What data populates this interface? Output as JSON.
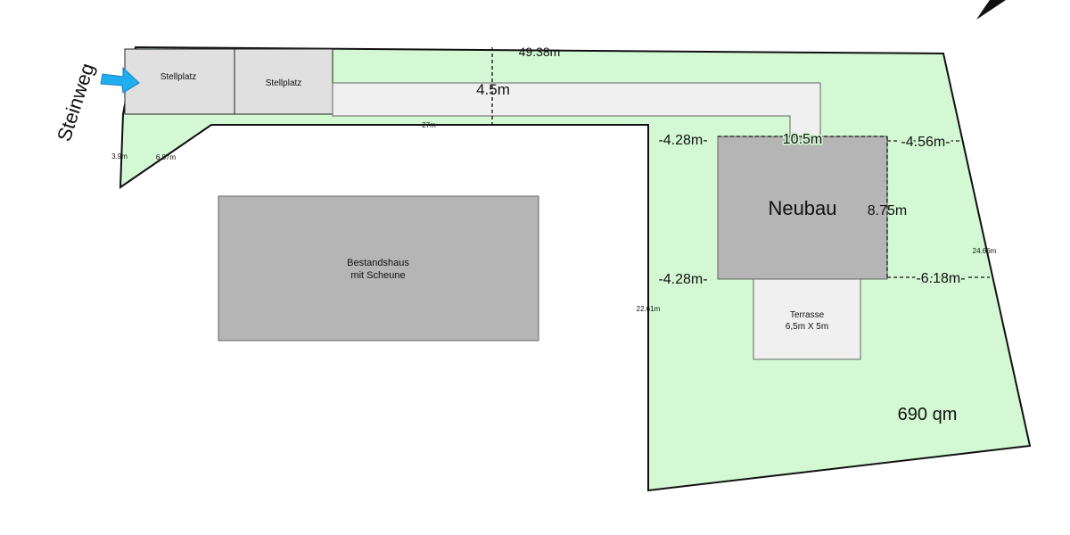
{
  "street": "Steinweg",
  "parking": [
    "Stellplatz",
    "Stellplatz"
  ],
  "existing_house": [
    "Bestandshaus",
    "mit Scheune"
  ],
  "new_building": "Neubau",
  "terrace": [
    "Terrasse",
    "6,5m X 5m"
  ],
  "area": "690 qm",
  "dimensions": {
    "top": "49.38m",
    "lane_width": "4.5m",
    "lane_bottom": "27m",
    "left_short": "3.9m",
    "left_diag": "6.87m",
    "neubau_width": "10.5m",
    "neubau_depth": "8.75m",
    "left_top_gap": "-4.28m-",
    "left_bottom_gap": "-4.28m-",
    "right_top_gap": "-4.56m-",
    "right_bottom_gap": "-6.18m-",
    "west_edge": "22.61m",
    "east_edge": "24.66m"
  },
  "colors": {
    "plot": "#d3f8d3",
    "building": "#b5b5b5",
    "parking": "#e0e0e0",
    "path": "#f0f0f0",
    "arrow": "#21aef0"
  },
  "icons": {
    "entrance": "entrance-arrow-icon",
    "north": "north-arrow-icon"
  }
}
